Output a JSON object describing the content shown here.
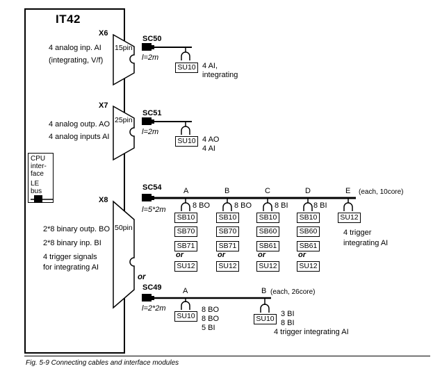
{
  "device": {
    "title": "IT42",
    "cpu": {
      "l1": "CPU",
      "l2": "inter-",
      "l3": "face",
      "l4": "LE",
      "l5": "bus"
    },
    "x6": {
      "id": "X6",
      "pins": "15pin",
      "d1": "4 analog inp. AI",
      "d2": "(integrating, V/f)"
    },
    "x7": {
      "id": "X7",
      "pins": "25pin",
      "d1": "4 analog outp. AO",
      "d2": "4 analog inputs AI"
    },
    "x8": {
      "id": "X8",
      "pins": "50pin",
      "d1": "2*8 binary outp. BO",
      "d2": "2*8 binary inp. BI",
      "d3": "4 trigger signals",
      "d4": "for integrating AI"
    }
  },
  "sc50": {
    "name": "SC50",
    "len": "l=2m",
    "module": "SU10",
    "d1": "4 AI,",
    "d2": "integrating"
  },
  "sc51": {
    "name": "SC51",
    "len": "l=2m",
    "module": "SU10",
    "d1": "4 AO",
    "d2": "4 AI"
  },
  "sc54": {
    "name": "SC54",
    "len": "l=5*2m",
    "note": "(each, 10core)",
    "a": {
      "label": "A",
      "sig": "8 BO",
      "m1": "SB10",
      "m2": "SB70",
      "m3": "SB71",
      "or": "or",
      "m4": "SU12"
    },
    "b": {
      "label": "B",
      "sig": "8 BO",
      "m1": "SB10",
      "m2": "SB70",
      "m3": "SB71",
      "or": "or",
      "m4": "SU12"
    },
    "c": {
      "label": "C",
      "sig": "8 BI",
      "m1": "SB10",
      "m2": "SB60",
      "m3": "SB61",
      "or": "or",
      "m4": "SU12"
    },
    "d": {
      "label": "D",
      "sig": "8 BI",
      "m1": "SB10",
      "m2": "SB60",
      "m3": "SB61",
      "or": "or",
      "m4": "SU12"
    },
    "e": {
      "label": "E",
      "m1": "SU12",
      "d1": "4 trigger",
      "d2": "integrating AI"
    }
  },
  "or_label": "or",
  "sc49": {
    "name": "SC49",
    "len": "l=2*2m",
    "note": "(each, 26core)",
    "a": {
      "label": "A",
      "module": "SU10",
      "s1": "8 BO",
      "s2": "8 BO",
      "s3": "5 BI"
    },
    "b": {
      "label": "B",
      "module": "SU10",
      "s1": "3 BI",
      "s2": "8 BI",
      "d": "4 trigger integrating AI"
    }
  },
  "caption": "Fig. 5-9  Connecting cables and interface modules"
}
